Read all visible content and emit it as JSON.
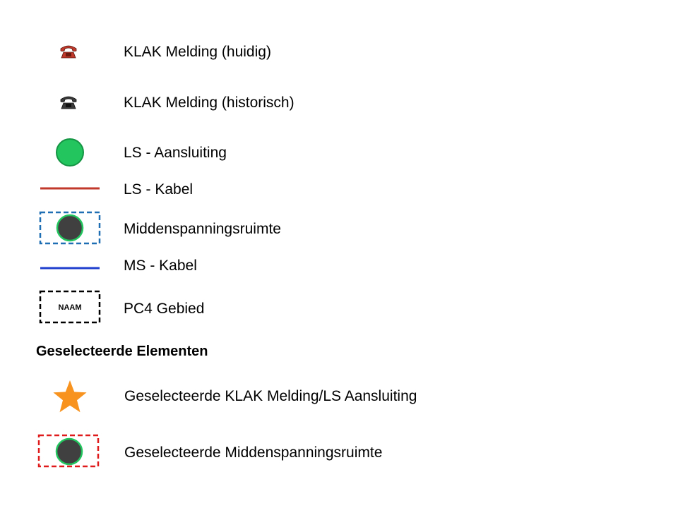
{
  "legend": {
    "items": [
      {
        "id": "klak-current",
        "label": "KLAK Melding (huidig)",
        "symbol": "telephone-icon",
        "color": "#c0392b"
      },
      {
        "id": "klak-historic",
        "label": "KLAK Melding (historisch)",
        "symbol": "telephone-icon",
        "color": "#3a3a3a"
      },
      {
        "id": "ls-connection",
        "label": "LS - Aansluiting",
        "symbol": "green-circle",
        "color": "#22c55e"
      },
      {
        "id": "ls-cable",
        "label": "LS - Kabel",
        "symbol": "line",
        "color": "#c0392b"
      },
      {
        "id": "ms-room",
        "label": "Middenspanningsruimte",
        "symbol": "dark-circle-blue-dashed-box",
        "color": "#1f6fb5"
      },
      {
        "id": "ms-cable",
        "label": "MS - Kabel",
        "symbol": "line",
        "color": "#1f3fcf"
      },
      {
        "id": "pc4-area",
        "label": "PC4 Gebied",
        "symbol": "black-dashed-box",
        "box_text": "NAAM",
        "color": "#000000"
      }
    ],
    "selected_section_title": "Geselecteerde Elementen",
    "selected_items": [
      {
        "id": "selected-klak-ls",
        "label": "Geselecteerde KLAK Melding/LS Aansluiting",
        "symbol": "star-icon",
        "color": "#f7931e"
      },
      {
        "id": "selected-ms-room",
        "label": "Geselecteerde Middenspanningsruimte",
        "symbol": "dark-circle-red-dashed-box",
        "color": "#e01b1b"
      }
    ]
  }
}
